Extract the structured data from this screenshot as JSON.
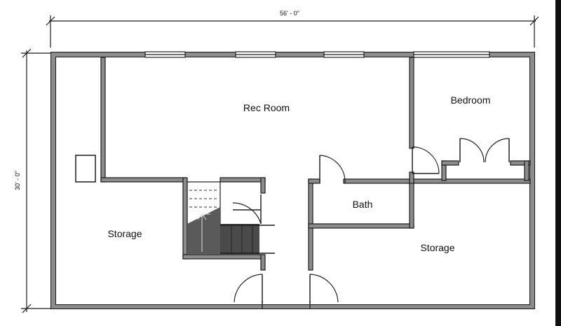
{
  "plan": {
    "dimensions": {
      "width": "56' - 0\"",
      "depth": "30' - 0\""
    },
    "rooms": [
      {
        "key": "rec-room",
        "label": "Rec Room"
      },
      {
        "key": "bedroom",
        "label": "Bedroom"
      },
      {
        "key": "bath",
        "label": "Bath"
      },
      {
        "key": "storage-left",
        "label": "Storage"
      },
      {
        "key": "storage-right",
        "label": "Storage"
      }
    ]
  }
}
